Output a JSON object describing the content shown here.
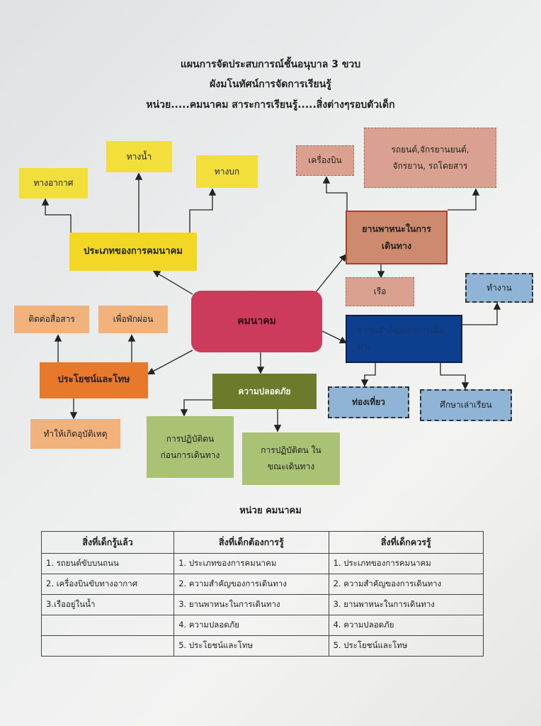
{
  "header": {
    "line1": "แผนการจัดประสบการณ์ชั้นอนุบาล 3 ขวบ",
    "line2": "ผังมโนทัศน์การจัดการเรียนรู้",
    "line3": "หน่วย.....คมนาคม   สาระการเรียนรู้.....สิ่งต่างๆรอบตัวเด็ก"
  },
  "mindmap": {
    "center": "คมนาคม",
    "types": {
      "label": "ประเภทของการคมนาคม",
      "air": "ทางอากาศ",
      "water": "ทางน้ำ",
      "land": "ทางบก"
    },
    "vehicles": {
      "label": "ยานพาหนะในการเดินทาง",
      "plane": "เครื่องบิน",
      "road": "รถยนต์,จักรยานยนต์, จักรยาน,   รถโดยสาร",
      "boat": "เรือ"
    },
    "importance": {
      "label": "ความสำคัญของการเดินทาง",
      "work": "ทำงาน",
      "travel": "ท่องเที่ยว",
      "study": "ศึกษาเล่าเรียน"
    },
    "benefits": {
      "label": "ประโยชน์และโทษ",
      "communicate": "ติดต่อสื่อสาร",
      "relax": "เพื่อพักผ่อน",
      "accident": "ทำให้เกิดอุบัติเหตุ"
    },
    "safety": {
      "label": "ความปลอดภัย",
      "before": "การปฏิบัติตน ก่อนการเดินทาง",
      "during": "การปฏิบัติตน ในขณะเดินทาง"
    }
  },
  "table": {
    "caption": "หน่วย   คมนาคม",
    "headers": [
      "สิ่งที่เด็กรู้แล้ว",
      "สิ่งที่เด็กต้องการรู้",
      "สิ่งที่เด็กควรรู้"
    ],
    "rows": [
      [
        "1. รถยนต์ขับบนถนน",
        "1. ประเภทของการคมนาคม",
        "1. ประเภทของการคมนาคม"
      ],
      [
        "2. เครื่องบินขับทางอากาศ",
        "2. ความสำคัญของการเดินทาง",
        "2. ความสำคัญของการเดินทาง"
      ],
      [
        "3.เรืออยู่ในน้ำ",
        "3. ยานพาหนะในการเดินทาง",
        "3. ยานพาหนะในการเดินทาง"
      ],
      [
        "",
        "4. ความปลอดภัย",
        "4. ความปลอดภัย"
      ],
      [
        "",
        "5. ประโยชน์และโทษ",
        "5. ประโยชน์และโทษ"
      ]
    ]
  }
}
